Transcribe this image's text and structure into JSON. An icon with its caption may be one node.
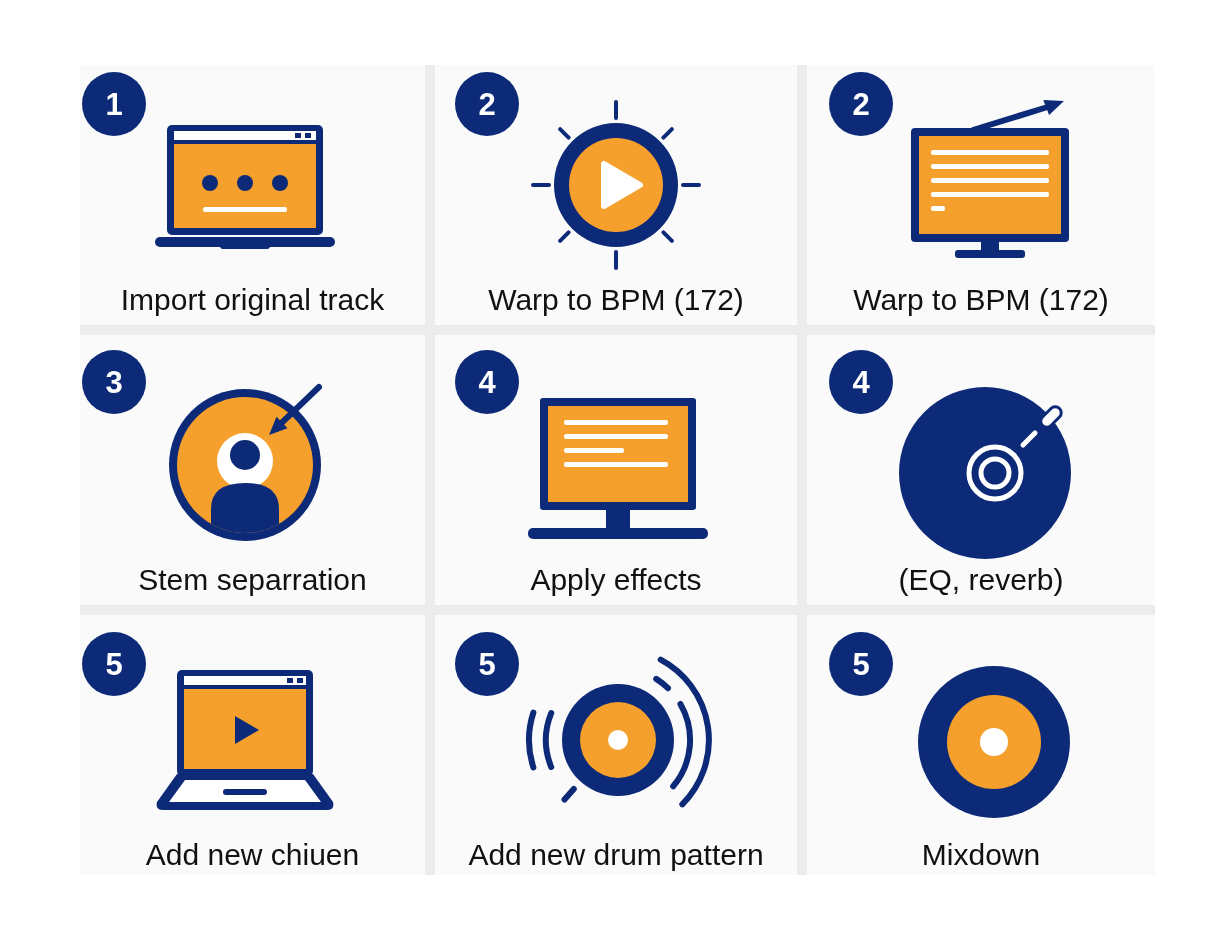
{
  "diagram": {
    "nodes": [
      {
        "text": [
          "Import original track"
        ]
      },
      {
        "text": [
          "1"
        ],
        "in": 0
      },
      {
        "text": [
          "Warp to BPM (172)"
        ]
      },
      {
        "text": [
          "2"
        ],
        "in": 2
      },
      {
        "text": [
          "Warp to BPM (172)"
        ]
      },
      {
        "text": [
          "2"
        ],
        "in": 4
      },
      {
        "text": [
          "Stem separration"
        ]
      },
      {
        "text": [
          "3"
        ],
        "in": 6
      },
      {
        "text": [
          "Apply effects"
        ]
      },
      {
        "text": [
          "4"
        ],
        "in": 8
      },
      {
        "text": [
          "(EQ, reverb)"
        ]
      },
      {
        "text": [
          "4"
        ],
        "in": 10
      },
      {
        "text": [
          "Add new chiuen"
        ]
      },
      {
        "text": [
          "5"
        ],
        "in": 12
      },
      {
        "text": [
          "Add new drum pattern"
        ]
      },
      {
        "text": [
          "5"
        ],
        "in": 14
      },
      {
        "text": [
          "Mixdown"
        ]
      },
      {
        "text": [
          "5"
        ],
        "in": 16
      }
    ]
  }
}
